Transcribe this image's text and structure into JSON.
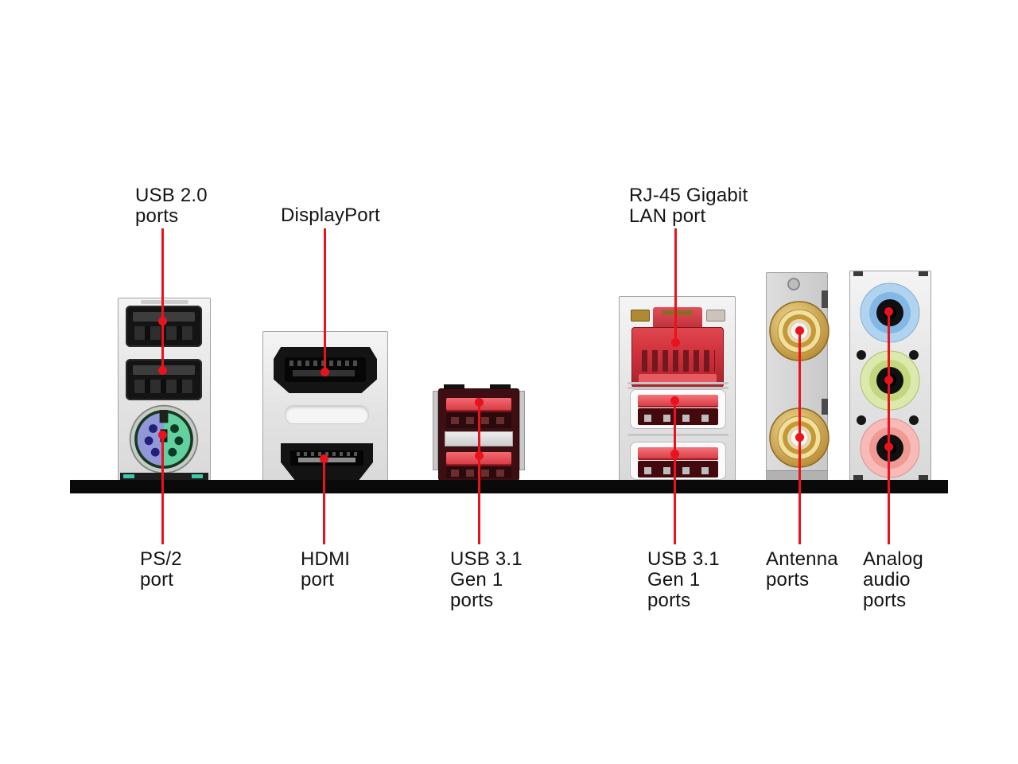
{
  "figure": {
    "description": "Motherboard rear I/O panel diagram with labeled ports"
  },
  "colors": {
    "background": "#ffffff",
    "accent_red": "#e8131d",
    "text": "#141414",
    "bar_black": "#0a0a0a",
    "usb_red": "#d63740",
    "lan_red": "#cf303a",
    "led_amber": "#b08a32",
    "gold": "#d4af5c",
    "ps2_purple": "#9297d8",
    "ps2_green": "#63d0a0",
    "audio_blue": "#b0d4f0",
    "audio_green": "#dce9ac",
    "audio_pink": "#f8bab6"
  },
  "callouts": {
    "usb2": {
      "text": "USB 2.0\nports"
    },
    "displayport": {
      "text": "DisplayPort"
    },
    "lan": {
      "text": "RJ-45 Gigabit\nLAN port"
    },
    "ps2": {
      "text": "PS/2\nport"
    },
    "hdmi": {
      "text": "HDMI\nport"
    },
    "usb31_left": {
      "text": "USB 3.1\nGen 1\nports"
    },
    "usb31_right": {
      "text": "USB 3.1\nGen 1\nports"
    },
    "antenna": {
      "text": "Antenna\nports"
    },
    "audio": {
      "text": "Analog\naudio\nports"
    }
  }
}
